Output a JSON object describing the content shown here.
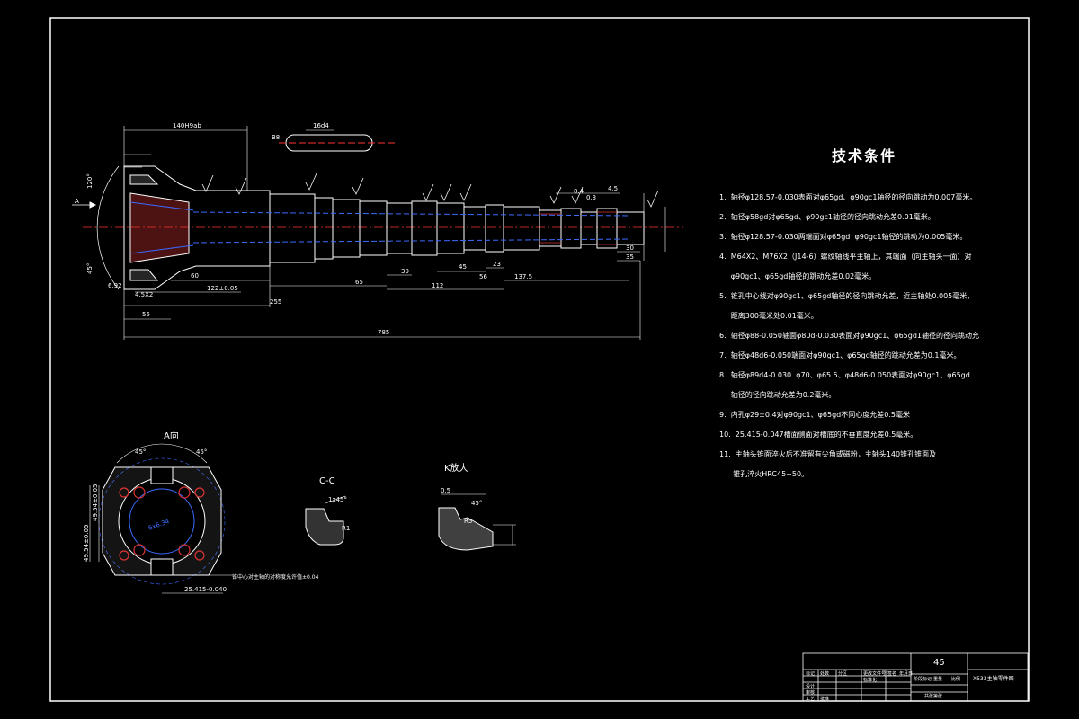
{
  "drawing": {
    "material": "45",
    "title_block_name": "X533主轴零件图",
    "title_block_small": [
      "标记",
      "处数",
      "分区",
      "更改文件号",
      "签名",
      "年月日",
      "设计",
      "标准化",
      "阶段标记",
      "重量",
      "比例",
      "审核",
      "工艺",
      "批准",
      "共张第张"
    ],
    "section_labels": {
      "view_a": "A向",
      "section_cc": "C-C",
      "detail_k": "K放大"
    },
    "dimensions": {
      "overall": "785",
      "d1": "140H9ab",
      "d2": "16d4",
      "d3": "255",
      "d4": "122±0.05",
      "d5": "60",
      "d6": "55",
      "d7": "65",
      "d8": "112",
      "d9": "137.5",
      "d10": "39",
      "d11": "45",
      "d12": "56",
      "d13": "23",
      "d14": "4.5X2",
      "d15": "6.92",
      "d16": "30",
      "d17": "35",
      "d18": "4.5",
      "d19": "0.3",
      "d20": "0.4",
      "angle1": "120°",
      "angle2": "45°",
      "b1": "B8",
      "r1": "R1",
      "r5": "R5",
      "chamfer": "1x45°",
      "k05": "0.5",
      "cc45": "45°",
      "a45l": "45°",
      "a45r": "45°",
      "hole_note": "锥中心对主轴的对称度允许值±0.04",
      "a_dim1": "49.54±0.05",
      "a_dim2": "49.54±0.05",
      "a_dim3": "25.415-0.040",
      "a_dim4": "6x6.34"
    }
  },
  "tech_conditions": {
    "title": "技术条件",
    "items": [
      "1.  轴径φ128.57-0.030表面对φ65gd、φ90gc1轴径的径向跳动为0.007毫米。",
      "2.  轴径φ58gd对φ65gd、φ90gc1轴径的径向跳动允差0.01毫米。",
      "3.  轴径φ128.57-0.030两端面对φ65gd  φ90gc1轴径的跳动为0.005毫米。",
      "4.  M64X2、M76X2（J14-6）螺纹轴线平主轴上，其端面（向主轴头一面）对",
      "     φ90gc1、φ65gd轴径的跳动允差0.02毫米。",
      "5.  锥孔中心线对φ90gc1、φ65gd轴径的径向跳动允差，近主轴处0.005毫米，",
      "     距离300毫米处0.01毫米。",
      "6.  轴径φ88-0.050轴面φ80d-0.030表面对φ90gc1、φ65gd1轴径的径向跳动允",
      "7.  轴径φ48d6-0.050端面对φ90gc1、φ65gd轴径的跳动允差为0.1毫米。",
      "8.  轴径φ89d4-0.030  φ70、φ65.5、φ48d6-0.050表面对φ90gc1、φ65gd",
      "     轴径的径向跳动允差为0.2毫米。",
      "9.  内孔φ29±0.4对φ90gc1、φ65gd不同心度允差0.5毫米",
      "10.  25.415-0.047槽面侧面对槽底的不垂直度允差0.5毫米。",
      "11.  主轴头锥面淬火后不准留有尖角或磁粉，主轴头140锥孔锥面及",
      "      锥孔淬火HRC45~50。"
    ]
  }
}
